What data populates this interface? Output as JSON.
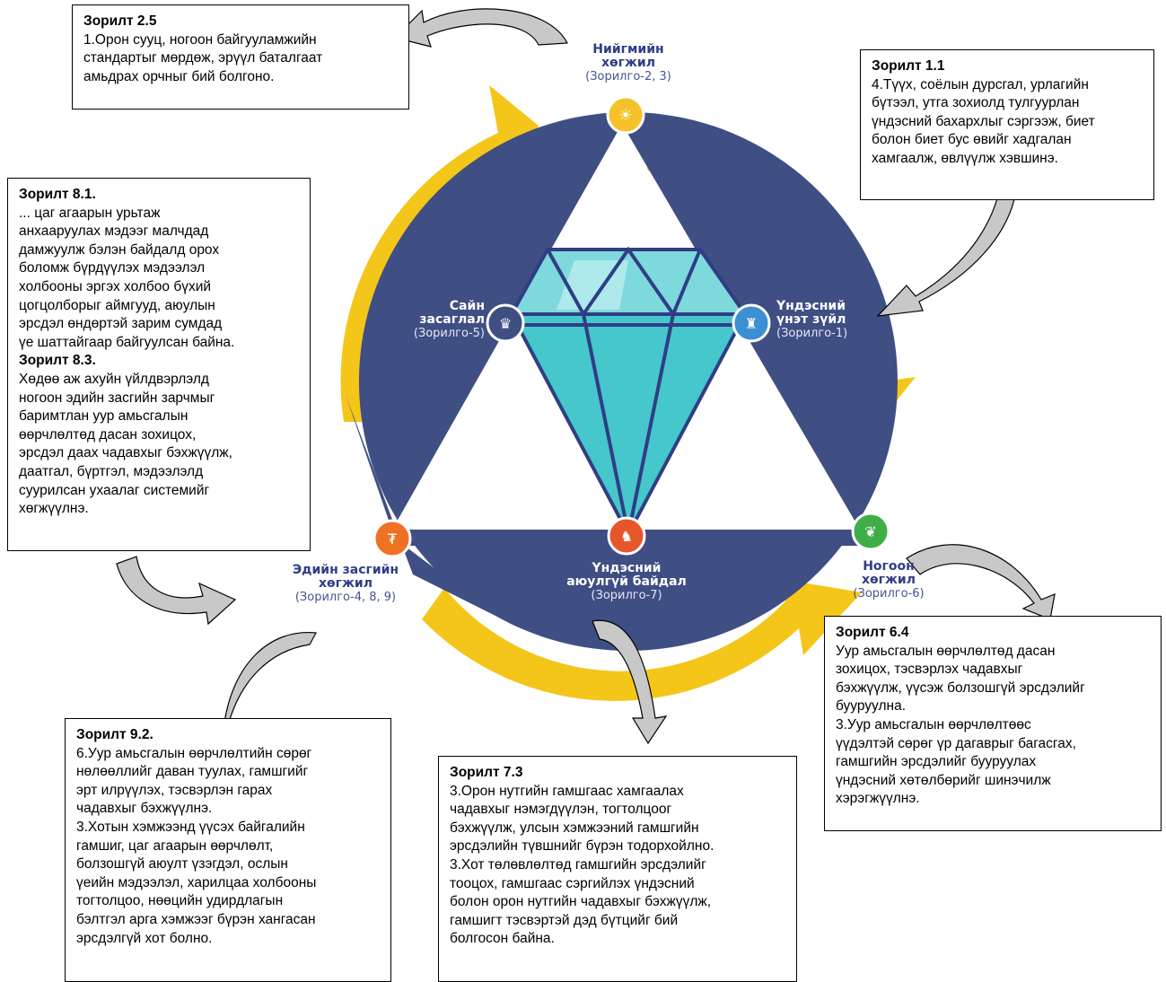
{
  "colors": {
    "ring_blue": "#3f4e83",
    "arrow_yellow": "#f4c619",
    "gem_teal": "#45c7cc",
    "gem_light": "#aee9eb",
    "triangle_fill": "#ffffff",
    "callout_arrow": "#c8c8c8",
    "node_social": "#f6c229",
    "node_heritage": "#3c8fd2",
    "node_governance": "#3f4e83",
    "node_green": "#3fae49",
    "node_security": "#e5562b",
    "node_economy": "#ee7124"
  },
  "nodes": {
    "social": {
      "name": "Нийгмийн хөгжил",
      "name_l1": "Нийгмийн",
      "name_l2": "хөгжил",
      "sub": "(Зорилго-2, 3)",
      "icon": "lightbulb-icon"
    },
    "heritage": {
      "name_l1": "Үндэсний",
      "name_l2": "үнэт зүйл",
      "sub": "(Зорилго-1)",
      "icon": "monument-icon"
    },
    "governance": {
      "name_l1": "Сайн",
      "name_l2": "засаглал",
      "sub": "(Зорилго-5)",
      "icon": "government-building-icon"
    },
    "economy": {
      "name_l1": "Эдийн засгийн",
      "name_l2": "хөгжил",
      "sub": "(Зорилго-4, 8, 9)",
      "icon": "money-growth-icon"
    },
    "security": {
      "name_l1": "Үндэсний",
      "name_l2": "аюулгүй байдал",
      "sub": "(Зорилго-7)",
      "icon": "bell-tower-icon"
    },
    "green": {
      "name_l1": "Ногоон",
      "name_l2": "хөгжил",
      "sub": "(Зорилго-6)",
      "icon": "leaf-icon"
    }
  },
  "boxes": {
    "goal_2_5": {
      "title": "Зорилт 2.5",
      "lines": [
        "1.Орон сууц, ногоон байгууламжийн",
        "стандартыг мөрдөж, эрүүл баталгаат",
        "амьдрах орчныг бий болгоно."
      ]
    },
    "goal_1_1": {
      "title": "Зорилт 1.1",
      "lines": [
        "4.Түүх, соёлын дурсгал, урлагийн",
        "бүтээл, утга зохиолд тулгуурлан",
        "үндэсний бахархлыг сэргээж, биет",
        "болон биет бус өвийг хадгалан",
        "хамгаалж, өвлүүлж хэвшинэ."
      ]
    },
    "goal_8": {
      "title": "Зорилт 8.1.",
      "lines": [
        "... цаг агаарын урьтаж",
        "анхааруулах мэдээг малчдад",
        "дамжуулж бэлэн байдалд орох",
        "боломж бүрдүүлэх мэдээлэл",
        "холбооны эргэх холбоо бүхий",
        "цогцолборыг аймгууд, аюулын",
        "эрсдэл өндөртэй зарим сумдад",
        "үе шаттайгаар байгуулсан байна."
      ],
      "title2": "Зорилт 8.3.",
      "lines2": [
        "Хөдөө аж ахуйн үйлдвэрлэлд",
        "ногоон эдийн засгийн зарчмыг",
        "баримтлан уур амьсгалын",
        "өөрчлөлтөд дасан зохицох,",
        "эрсдэл даах чадавхыг бэхжүүлж,",
        "даатгал, бүртгэл, мэдээлэлд",
        "суурилсан ухаалаг системийг",
        "хөгжүүлнэ."
      ]
    },
    "goal_6_4": {
      "title": "Зорилт 6.4",
      "lines": [
        "Уур амьсгалын өөрчлөлтөд дасан",
        "зохицох, тэсвэрлэх чадавхыг",
        "бэхжүүлж, үүсэж болзошгүй эрсдэлийг",
        "бууруулна.",
        "3.Уур амьсгалын өөрчлөлтөөс",
        "үүдэлтэй сөрөг үр дагаврыг багасгах,",
        "гамшгийн эрсдэлийг бууруулах",
        "үндэсний хөтөлбөрийг шинэчилж",
        "хэрэгжүүлнэ."
      ]
    },
    "goal_7_3": {
      "title": "Зорилт 7.3",
      "lines": [
        "3.Орон нутгийн гамшгаас хамгаалах",
        "чадавхыг нэмэгдүүлэн, тогтолцоог",
        "бэхжүүлж, улсын хэмжээний гамшгийн",
        "эрсдэлийн түвшнийг бүрэн тодорхойлно.",
        "3.Хот төлөвлөлтөд гамшгийн эрсдэлийг",
        "тооцох, гамшгаас сэргийлэх үндэсний",
        "болон орон нутгийн чадавхыг бэхжүүлж,",
        "гамшигт тэсвэртэй дэд бүтцийг бий",
        "болгосон байна."
      ]
    },
    "goal_9_2": {
      "title": "Зорилт 9.2.",
      "lines": [
        "6.Уур амьсгалын өөрчлөлтийн сөрөг",
        "нөлөөллийг даван туулах, гамшгийг",
        "эрт илрүүлэх, тэсвэрлэн гарах",
        "чадавхыг бэхжүүлнэ.",
        "3.Хотын хэмжээнд үүсэх байгалийн",
        "гамшиг, цаг агаарын өөрчлөлт,",
        "болзошгүй аюулт үзэгдэл, ослын",
        "үеийн мэдээлэл, харилцаа холбооны",
        "тогтолцоо, нөөцийн удирдлагын",
        "бэлтгэл арга хэмжээг бүрэн хангасан",
        "эрсдэлгүй хот болно."
      ]
    }
  }
}
